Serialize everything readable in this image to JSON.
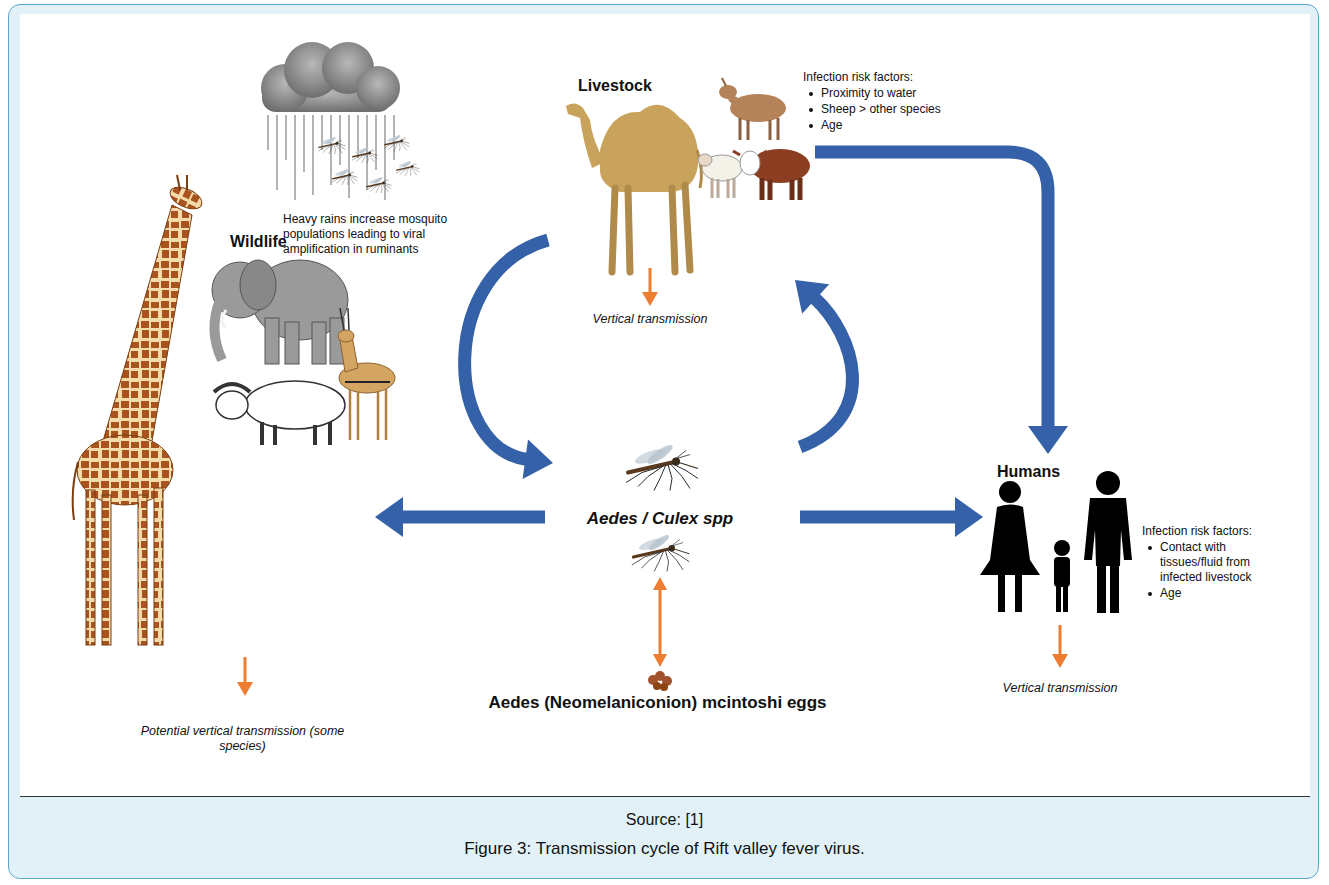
{
  "diagram": {
    "caption": "Figure 3: Transmission cycle of Rift valley fever virus.",
    "nodes": [
      {
        "text": [
          "Livestock",
          "Infection risk factors:",
          "Proximity to water",
          "Sheep > other species",
          "Age"
        ]
      },
      {
        "text": [
          "Wildlife"
        ]
      },
      {
        "text": [
          "Aedes / Culex spp"
        ]
      },
      {
        "text": [
          "Aedes (Neomelaniconion) mcintoshi eggs"
        ]
      },
      {
        "text": [
          "Humans",
          "Infection risk factors:",
          "Contact with tissues/fluid from infected livestock",
          "Age"
        ]
      }
    ],
    "edges": [
      {
        "from": 0,
        "to": 2,
        "arrow": "to"
      },
      {
        "from": 2,
        "to": 0,
        "arrow": "to"
      },
      {
        "from": 2,
        "to": 1,
        "arrow": "to"
      },
      {
        "from": 2,
        "to": 4,
        "arrow": "to"
      },
      {
        "from": 0,
        "to": 4,
        "arrow": "to"
      },
      {
        "from": 2,
        "to": 3,
        "arrow": "both"
      }
    ],
    "labels": [
      "Heavy rains increase mosquito populations leading to viral amplification in ruminants",
      "Vertical transmission",
      "Potential vertical transmission (some species)",
      "Vertical transmission",
      "Source: [1]"
    ]
  }
}
